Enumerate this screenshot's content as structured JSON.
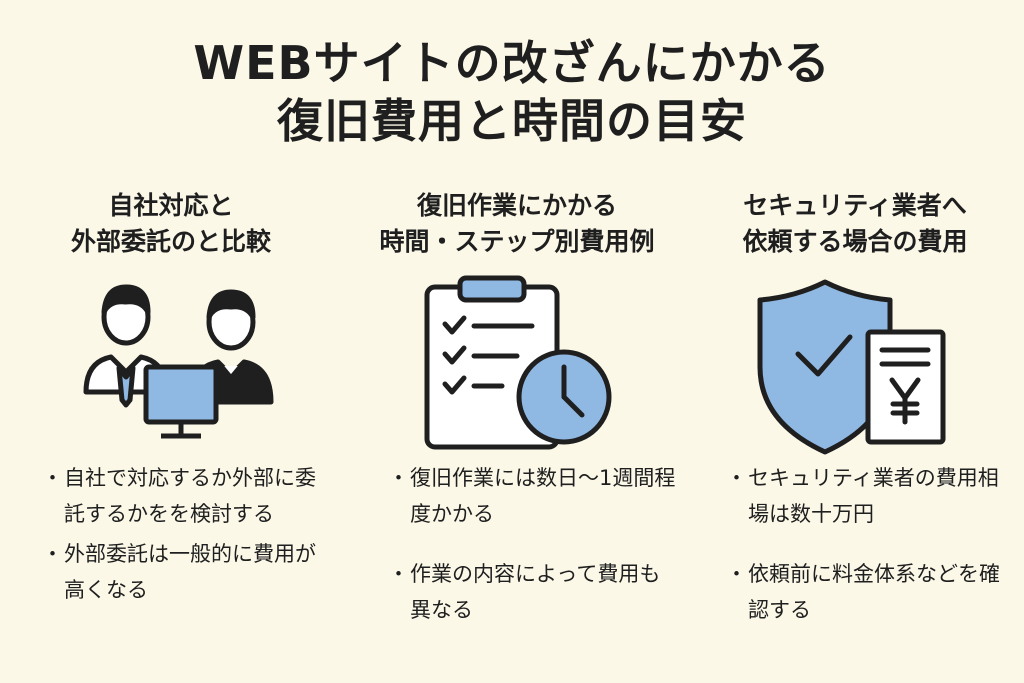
{
  "title": {
    "line1": "WEBサイトの改ざんにかかる",
    "line2": "復旧費用と時間の目安"
  },
  "columns": [
    {
      "heading": [
        "自社対応と",
        "外部委託のと比較"
      ],
      "icon": "people-with-computer-icon",
      "bullets": [
        "自社で対応するか外部に委託するかをを検討する",
        "外部委託は一般的に費用が高くなる"
      ]
    },
    {
      "heading": [
        "復旧作業にかかる",
        "時間・ステップ別費用例"
      ],
      "icon": "clipboard-checklist-clock-icon",
      "bullets": [
        "復旧作業には数日〜1週間程度かかる",
        "作業の内容によって費用も異なる"
      ]
    },
    {
      "heading": [
        "セキュリティ業者へ",
        "依頼する場合の費用"
      ],
      "icon": "shield-check-yen-document-icon",
      "bullets": [
        "セキュリティ業者の費用相場は数十万円",
        "依頼前に料金体系などを確認する"
      ]
    }
  ],
  "bullet_mark": "・",
  "colors": {
    "background": "#fbf8e8",
    "accent_blue": "#8fb8e3",
    "ink": "#1f1f1f"
  }
}
